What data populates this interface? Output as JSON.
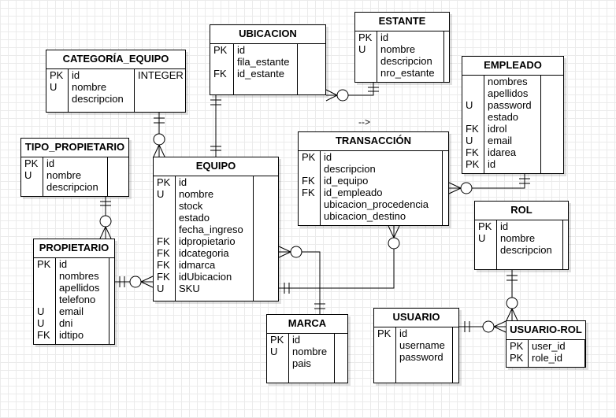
{
  "annotation": "-->",
  "entities": {
    "ubicacion": {
      "title": "UBICACION",
      "rows": [
        {
          "key": "PK",
          "field": "id"
        },
        {
          "key": "",
          "field": "fila_estante"
        },
        {
          "key": "FK",
          "field": "id_estante"
        }
      ]
    },
    "estante": {
      "title": "ESTANTE",
      "rows": [
        {
          "key": "PK",
          "field": "id"
        },
        {
          "key": "U",
          "field": "nombre"
        },
        {
          "key": "",
          "field": "descripcion"
        },
        {
          "key": "",
          "field": "nro_estante"
        }
      ]
    },
    "categoria_equipo": {
      "title": "CATEGORÍA_EQUIPO",
      "type_label": "INTEGER",
      "rows": [
        {
          "key": "PK",
          "field": "id"
        },
        {
          "key": "U",
          "field": "nombre"
        },
        {
          "key": "",
          "field": "descripcion"
        }
      ]
    },
    "empleado": {
      "title": "EMPLEADO",
      "rows": [
        {
          "key": "",
          "field": "nombres"
        },
        {
          "key": "",
          "field": "apellidos"
        },
        {
          "key": "U",
          "field": "password"
        },
        {
          "key": "",
          "field": "estado"
        },
        {
          "key": "FK",
          "field": "idrol"
        },
        {
          "key": "U",
          "field": "email"
        },
        {
          "key": "FK",
          "field": "idarea"
        },
        {
          "key": "PK",
          "field": "id"
        }
      ]
    },
    "tipo_propietario": {
      "title": "TIPO_PROPIETARIO",
      "rows": [
        {
          "key": "PK",
          "field": "id"
        },
        {
          "key": "U",
          "field": "nombre"
        },
        {
          "key": "",
          "field": "descripcion"
        }
      ]
    },
    "transaccion": {
      "title": "TRANSACCIÓN",
      "rows": [
        {
          "key": "PK",
          "field": "id"
        },
        {
          "key": "",
          "field": "descripcion"
        },
        {
          "key": "FK",
          "field": "id_equipo"
        },
        {
          "key": "FK",
          "field": "id_empleado"
        },
        {
          "key": "",
          "field": "ubicacion_procedencia"
        },
        {
          "key": "",
          "field": "ubicacion_destino"
        }
      ]
    },
    "equipo": {
      "title": "EQUIPO",
      "rows": [
        {
          "key": "PK",
          "field": "id"
        },
        {
          "key": "U",
          "field": "nombre"
        },
        {
          "key": "",
          "field": "stock"
        },
        {
          "key": "",
          "field": "estado"
        },
        {
          "key": "",
          "field": "fecha_ingreso"
        },
        {
          "key": "FK",
          "field": "idpropietario"
        },
        {
          "key": "FK",
          "field": "idcategoria"
        },
        {
          "key": "FK",
          "field": "idmarca"
        },
        {
          "key": "FK",
          "field": "idUbicacion"
        },
        {
          "key": "U",
          "field": "SKU"
        }
      ]
    },
    "rol": {
      "title": "ROL",
      "rows": [
        {
          "key": "PK",
          "field": "id"
        },
        {
          "key": "U",
          "field": "nombre"
        },
        {
          "key": "",
          "field": "descripcion"
        }
      ]
    },
    "propietario": {
      "title": "PROPIETARIO",
      "rows": [
        {
          "key": "PK",
          "field": "id"
        },
        {
          "key": "",
          "field": "nombres"
        },
        {
          "key": "",
          "field": "apellidos"
        },
        {
          "key": "",
          "field": "telefono"
        },
        {
          "key": "U",
          "field": "email"
        },
        {
          "key": "U",
          "field": "dni"
        },
        {
          "key": "FK",
          "field": "idtipo"
        }
      ]
    },
    "marca": {
      "title": "MARCA",
      "rows": [
        {
          "key": "PK",
          "field": "id"
        },
        {
          "key": "U",
          "field": "nombre"
        },
        {
          "key": "",
          "field": "pais"
        }
      ]
    },
    "usuario": {
      "title": "USUARIO",
      "rows": [
        {
          "key": "PK",
          "field": "id"
        },
        {
          "key": "",
          "field": "username"
        },
        {
          "key": "",
          "field": "password"
        }
      ]
    },
    "usuario_rol": {
      "title": "USUARIO-ROL",
      "rows": [
        {
          "key": "PK",
          "field": "user_id"
        },
        {
          "key": "PK",
          "field": "role_id"
        }
      ]
    }
  }
}
